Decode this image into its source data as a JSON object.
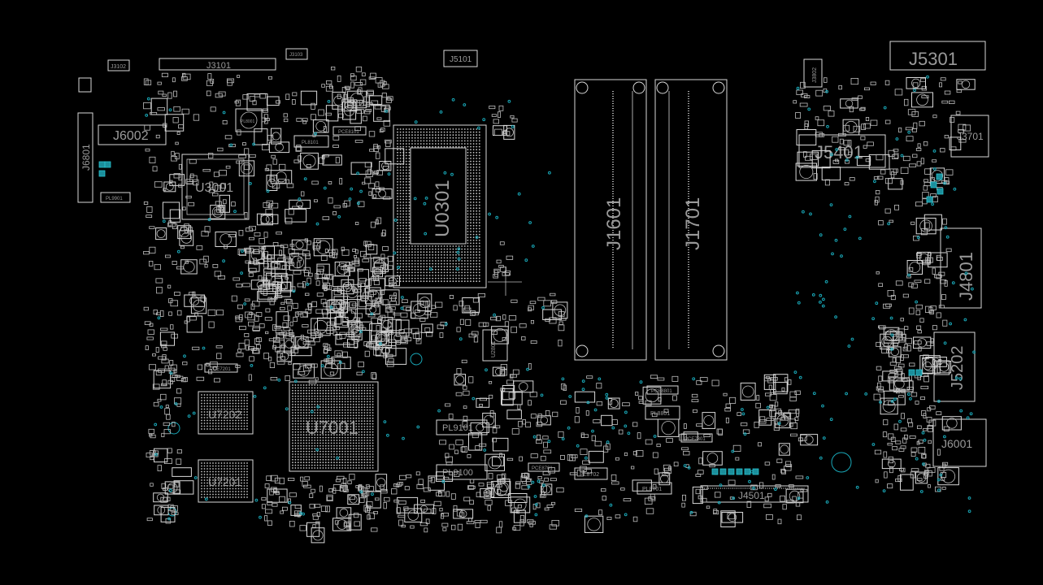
{
  "labels": {
    "J3102": "J3102",
    "J3101": "J3101",
    "J3103": "J3103",
    "J5101": "J5101",
    "J6002": "J6002",
    "J6801": "J6801",
    "U3001": "U3001",
    "PL8001": "PL8001",
    "PL8101": "PL8101",
    "PCE8101": "PCE8101",
    "PL9901": "PL9901",
    "U0301": "U0301",
    "J1601": "J1601",
    "J1701": "J1701",
    "J5301": "J5301",
    "J3802": "J3802",
    "J5401": "J5401",
    "J3701": "J3701",
    "J4801": "J4801",
    "J5202": "J5202",
    "J6001": "J6001",
    "U7202": "U7202",
    "U7201": "U7201",
    "U7001": "U7001",
    "PL9101": "PL9101",
    "PL9100": "PL9100",
    "J4501": "J4501",
    "U2801": "U2801",
    "PCE7201": "PCE7201",
    "PL8801": "PL8801",
    "PCE8801": "PCE8801",
    "PL8702": "PL8702",
    "PL8701": "PL8701",
    "PCE8701": "PCE8701",
    "PCE7301": "PCE7301"
  },
  "colors": {
    "background": "#000000",
    "outline": "#d8d8d8",
    "label": "#9a9a9a",
    "via": "#19a8b8"
  }
}
